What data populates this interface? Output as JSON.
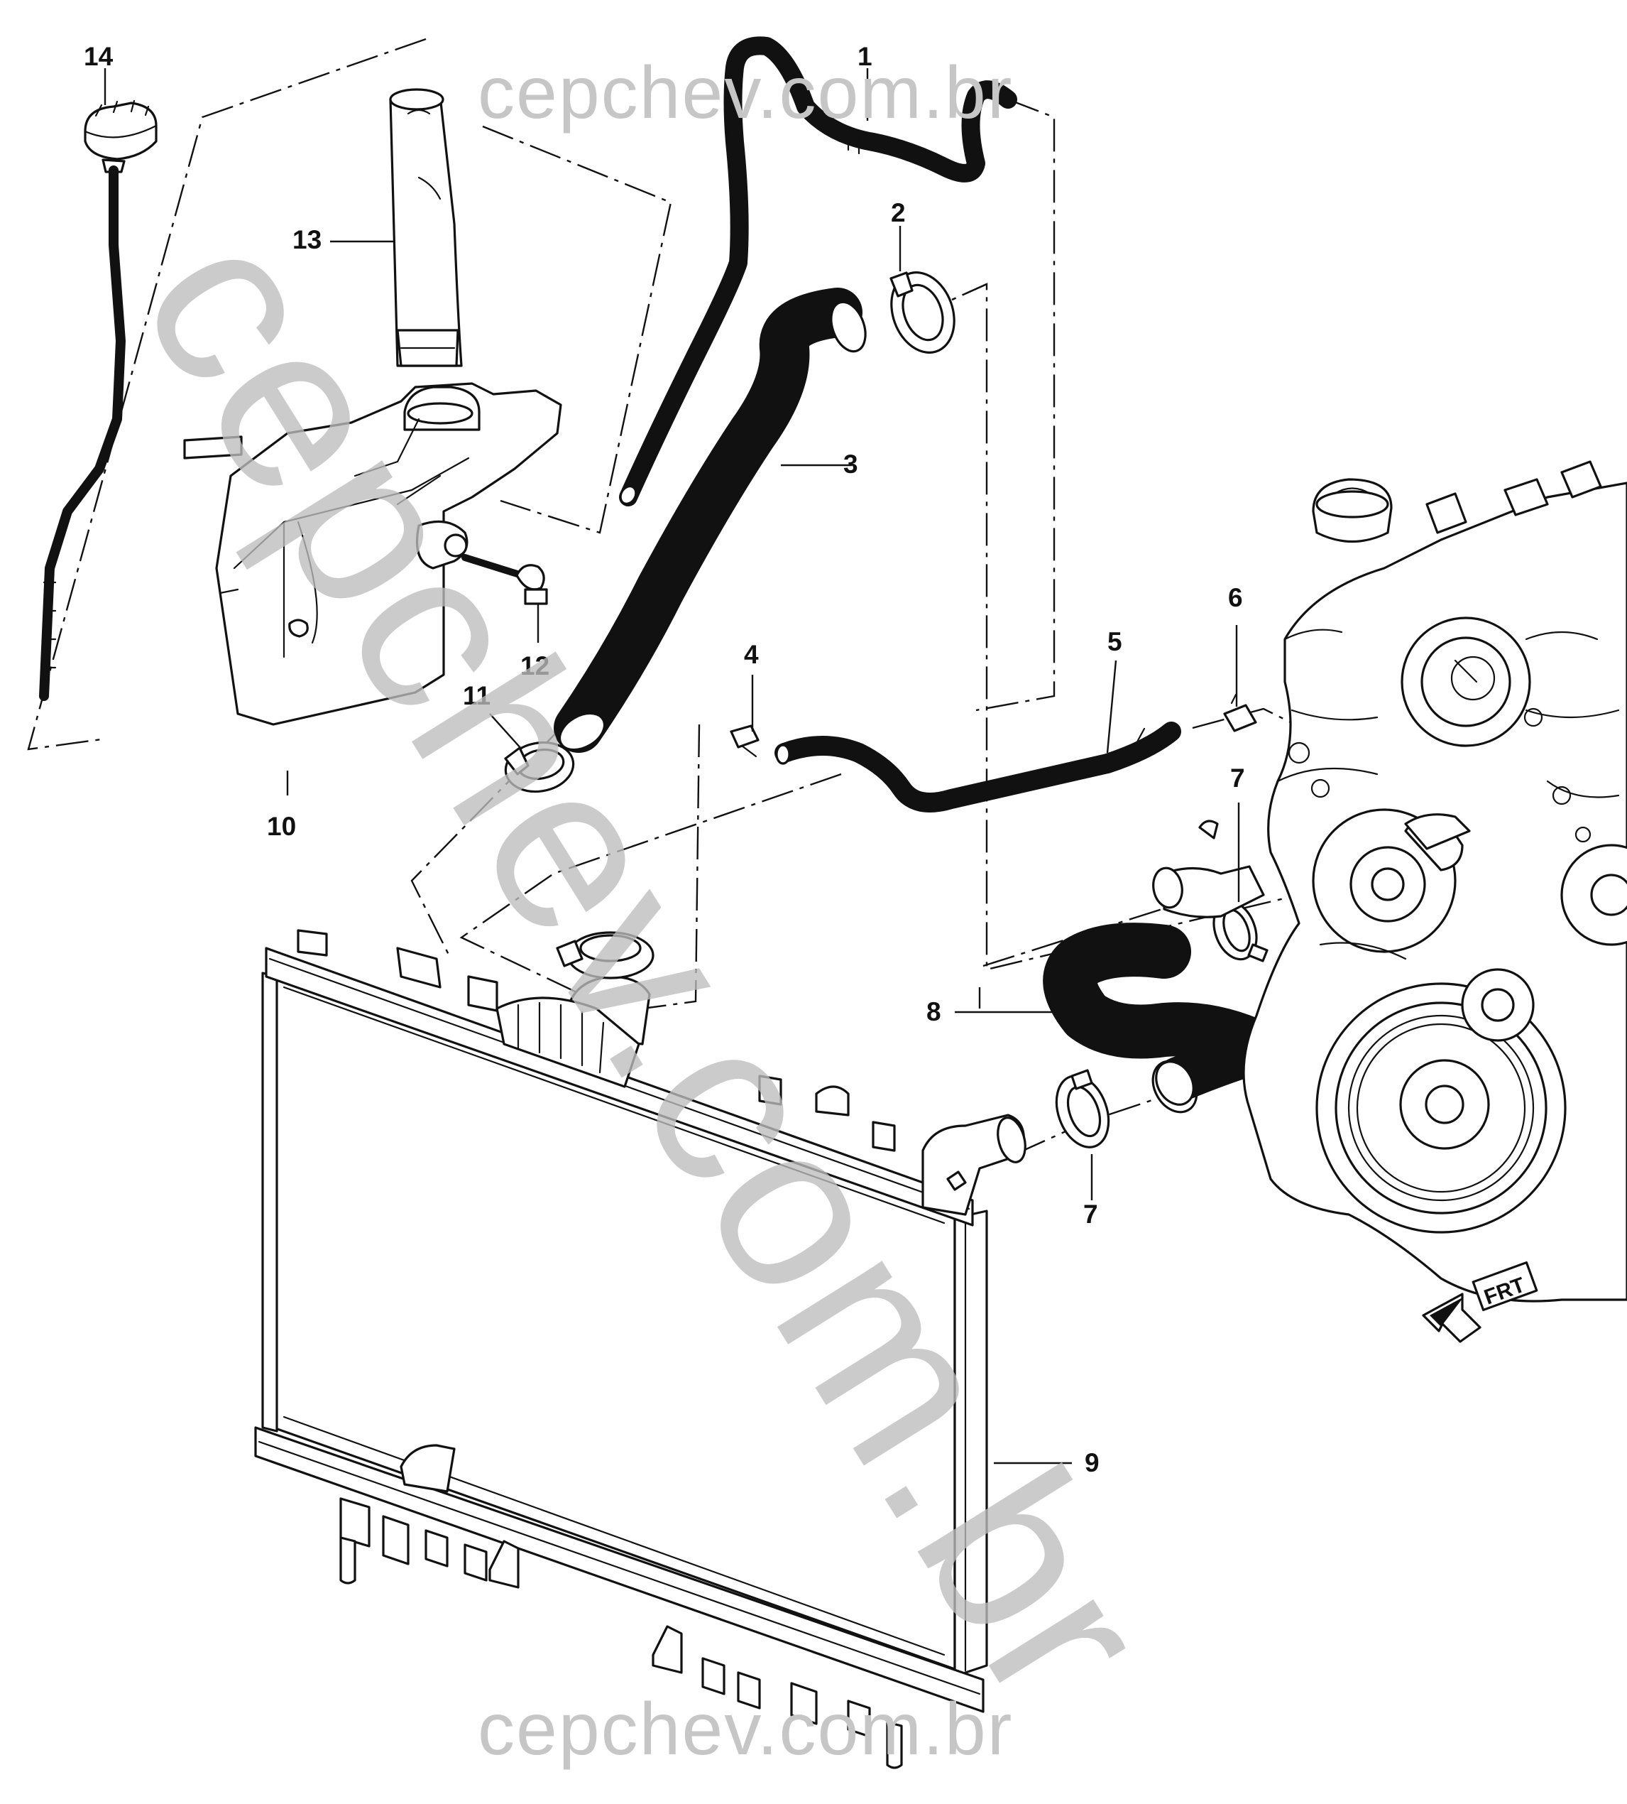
{
  "watermark": {
    "top": "cepchev.com.br",
    "bottom": "cepchev.com.br",
    "diagonal": "cepchev.com.br"
  },
  "direction_marker": {
    "label": "FRT"
  },
  "callouts": {
    "c1": "1",
    "c2": "2",
    "c3": "3",
    "c4": "4",
    "c5": "5",
    "c6": "6",
    "c7a": "7",
    "c7b": "7",
    "c8": "8",
    "c9": "9",
    "c10": "10",
    "c11": "11",
    "c12": "12",
    "c13": "13",
    "c14": "14"
  }
}
